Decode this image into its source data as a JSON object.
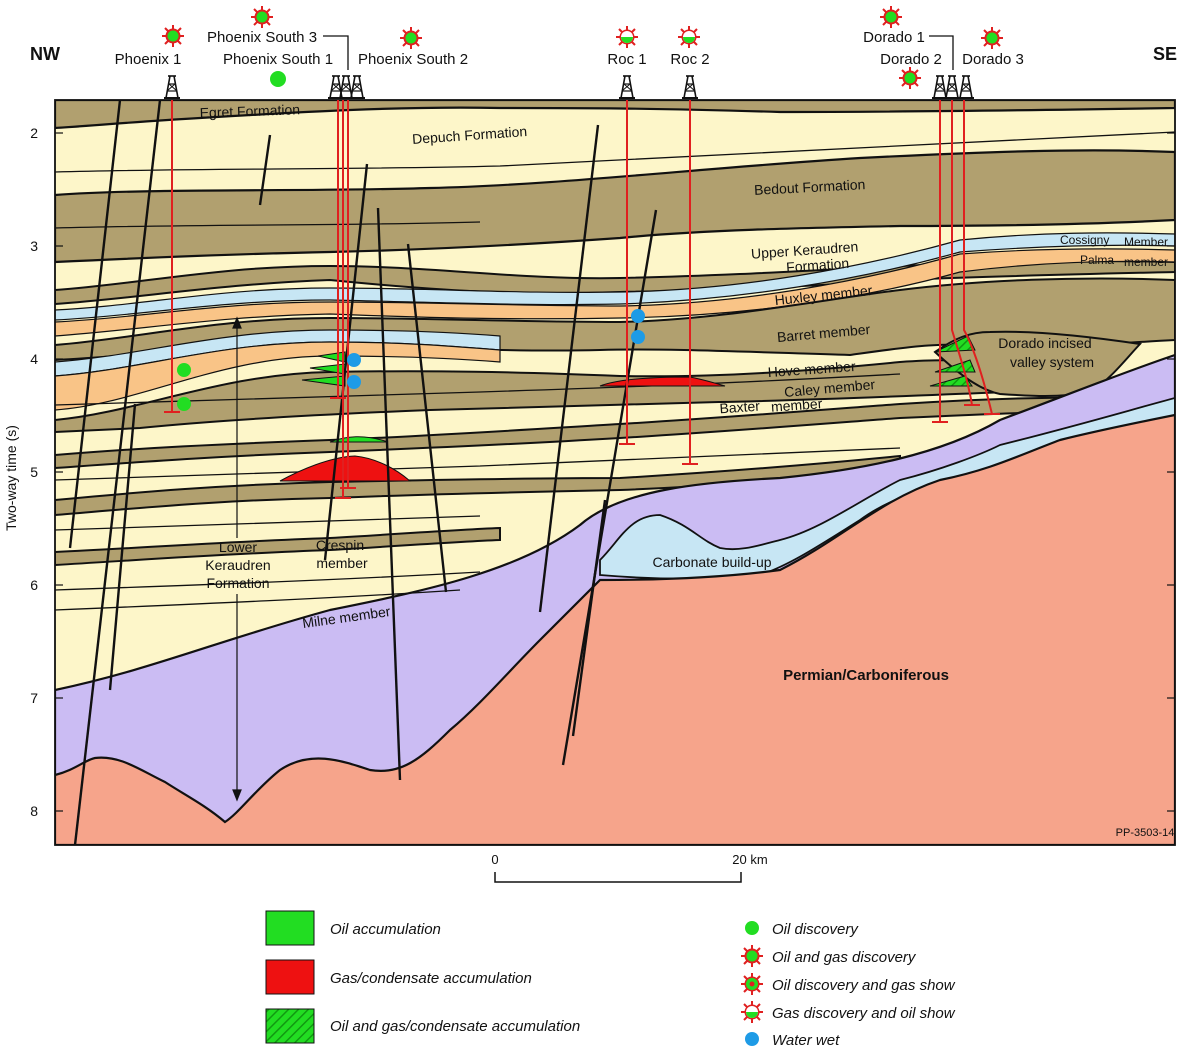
{
  "header": {
    "left_direction": "NW",
    "right_direction": "SE"
  },
  "wells": {
    "phoenix_1": "Phoenix 1",
    "phoenix_south_3": "Phoenix South 3",
    "phoenix_south_1": "Phoenix South 1",
    "phoenix_south_2": "Phoenix South 2",
    "roc_1": "Roc 1",
    "roc_2": "Roc 2",
    "dorado_1": "Dorado 1",
    "dorado_2": "Dorado 2",
    "dorado_3": "Dorado 3"
  },
  "axis": {
    "ylabel": "Two-way time (s)",
    "ticks": [
      "2",
      "3",
      "4",
      "5",
      "6",
      "7",
      "8"
    ]
  },
  "units": {
    "egret": "Egret Formation",
    "depuch": "Depuch Formation",
    "bedout": "Bedout Formation",
    "upper_keraudren_1": "Upper Keraudren",
    "upper_keraudren_2": "Formation",
    "cossigny": "Cossigny",
    "cossigny_member": "Member",
    "palma": "Palma",
    "palma_member": "member",
    "huxley": "Huxley member",
    "barret": "Barret member",
    "dorado_valley_1": "Dorado incised",
    "dorado_valley_2": "valley system",
    "hove": "Hove member",
    "caley": "Caley member",
    "baxter": "Baxter",
    "baxter_member": "member",
    "lower_ker_1": "Lower",
    "lower_ker_2": "Keraudren",
    "lower_ker_3": "Formation",
    "crespin_1": "Crespin",
    "crespin_2": "member",
    "milne": "Milne member",
    "carbonate": "Carbonate build-up",
    "permian": "Permian/Carboniferous"
  },
  "figure_id": "PP-3503-14",
  "scale": {
    "start": "0",
    "end": "20 km"
  },
  "legend": {
    "oil_accumulation": "Oil accumulation",
    "gas_accumulation": "Gas/condensate accumulation",
    "oil_gas_accumulation": "Oil and gas/condensate accumulation",
    "oil_discovery": "Oil discovery",
    "oil_gas_discovery": "Oil and gas discovery",
    "oil_discovery_gas_show": "Oil discovery and gas show",
    "gas_discovery_oil_show": "Gas discovery and oil show",
    "water_wet": "Water wet"
  },
  "colors": {
    "light_yellow": "#fdf6c9",
    "brown": "#b1a06f",
    "light_blue": "#c7e6f4",
    "orange": "#f9c487",
    "gray": "#c9c9c9",
    "purple": "#cbbcf3",
    "salmon": "#f6a48b",
    "oil_green": "#22dd22",
    "gas_red": "#ee1111",
    "water_blue": "#1e9be6",
    "well_red": "#e02020"
  }
}
